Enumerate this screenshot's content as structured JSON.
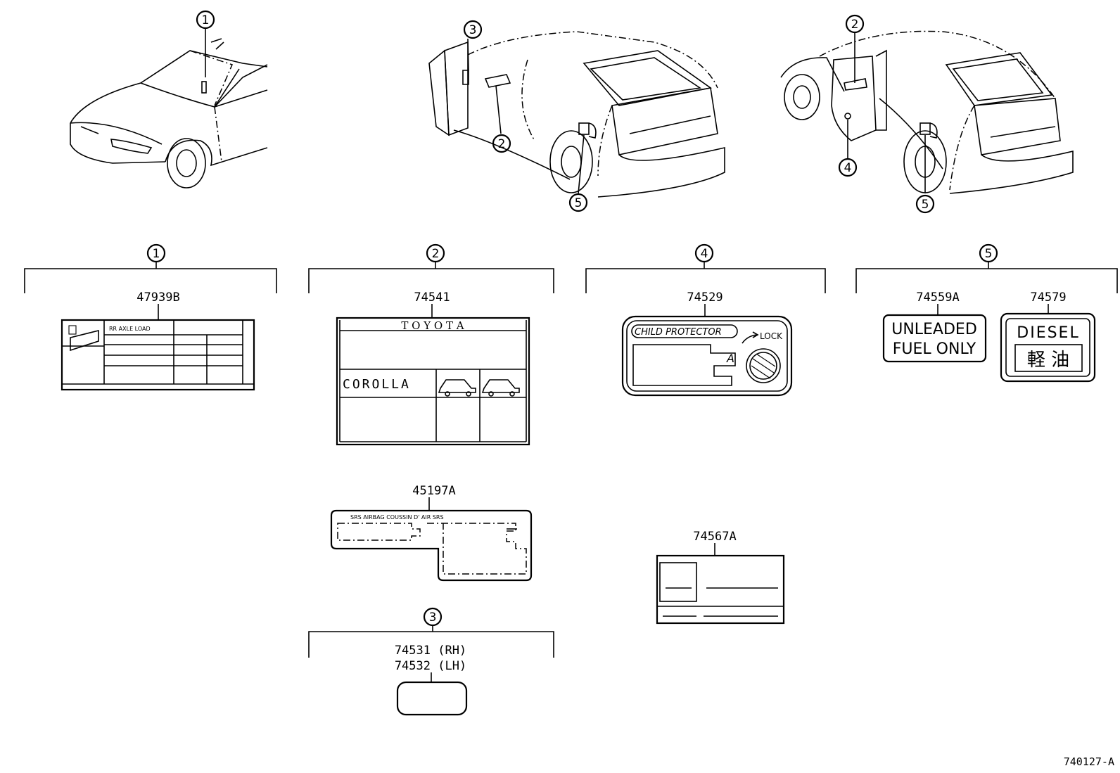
{
  "views": {
    "front": {
      "callouts": [
        "1"
      ]
    },
    "rear_left": {
      "callouts": [
        "3",
        "2",
        "5"
      ]
    },
    "rear_right": {
      "callouts": [
        "2",
        "4",
        "5"
      ]
    }
  },
  "groups": [
    {
      "number": "1",
      "parts": [
        "47939B"
      ],
      "label_text": "RR AXLE LOAD"
    },
    {
      "number": "2",
      "parts": [
        "74541"
      ],
      "brand": "T O Y O T A",
      "model": "COROLLA"
    },
    {
      "number": "4",
      "parts": [
        "74529"
      ],
      "child_text": "CHILD PROTECTOR",
      "lock_text": "LOCK",
      "letter": "A"
    },
    {
      "number": "5",
      "parts": [
        "74559A",
        "74579"
      ],
      "unleaded_line1": "UNLEADED",
      "unleaded_line2": "FUEL ONLY",
      "diesel_line1": "DIESEL",
      "diesel_line2": "軽 油"
    },
    {
      "number": "3",
      "parts": [
        "74531 (RH)",
        "74532 (LH)"
      ]
    }
  ],
  "loose_parts": {
    "airbag": {
      "part": "45197A",
      "text": "SRS AIRBAG COUSSIN D' AIR SRS"
    },
    "other": {
      "part": "74567A"
    }
  },
  "footer_code": "740127-A"
}
